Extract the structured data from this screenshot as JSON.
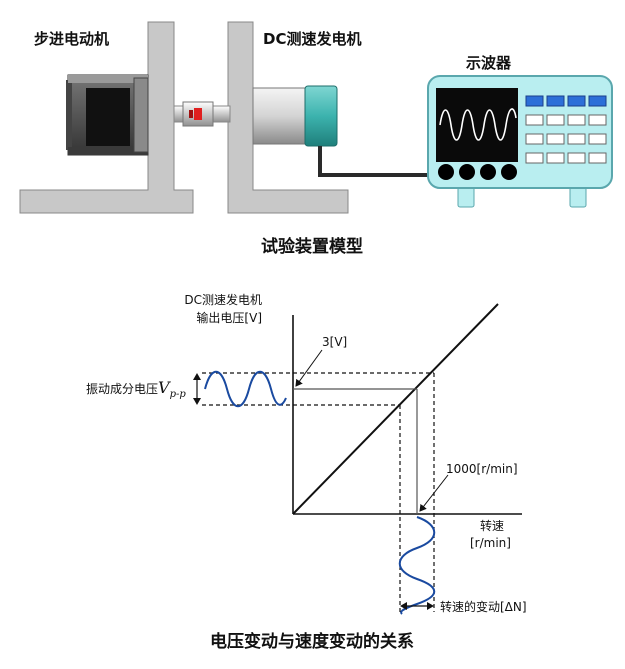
{
  "apparatus": {
    "stepper_motor_label": "步进电动机",
    "dc_tacho_label": "DC测速发电机",
    "oscilloscope_label": "示波器",
    "caption": "试验装置模型"
  },
  "graph": {
    "y_axis_label_line1": "DC测速发电机",
    "y_axis_label_line2": "输出电压[V]",
    "x_axis_label_line1": "转速",
    "x_axis_label_line2": "[r/min]",
    "voltage_marker": "3[V]",
    "speed_marker": "1000[r/min]",
    "amplitude_label_text": "振动成分电压",
    "amplitude_symbol": "V",
    "amplitude_subscript": "p-p",
    "speed_variation_label": "转速的变动[ΔN]",
    "caption": "电压变动与速度变动的关系"
  },
  "colors": {
    "frame_gray": "#c8c8c8",
    "coupling_red": "#e02020",
    "tacho_teal": "#3cb3ae",
    "scope_body": "#b9eef0",
    "scope_button_blue": "#2c6fd8",
    "wave_blue": "#1a4aa0"
  }
}
